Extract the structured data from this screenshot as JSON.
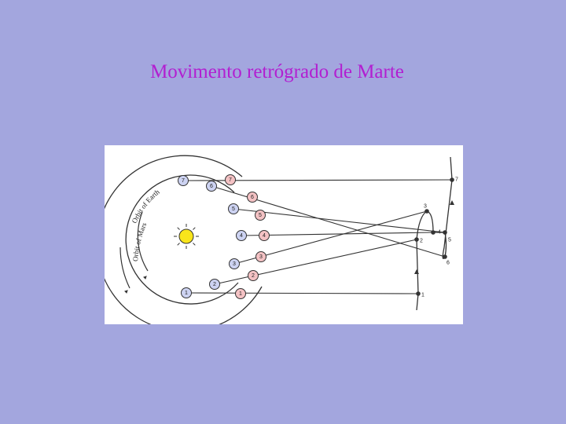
{
  "title": "Movimento retrógrado de Marte",
  "diagram": {
    "orbit_labels": {
      "mars": "Orbit of Mars",
      "earth": "Orbit of Earth"
    },
    "earth_positions": [
      "1",
      "2",
      "3",
      "4",
      "5",
      "6",
      "7"
    ],
    "mars_positions": [
      "1",
      "2",
      "3",
      "4",
      "5",
      "6",
      "7"
    ],
    "sky_positions": [
      "1",
      "2",
      "3",
      "4",
      "5",
      "6",
      "7"
    ],
    "colors": {
      "earth_fill": "#cdd3f2",
      "mars_fill": "#f4c2c4",
      "sun_fill": "#f9e51b",
      "line": "#333333"
    }
  }
}
